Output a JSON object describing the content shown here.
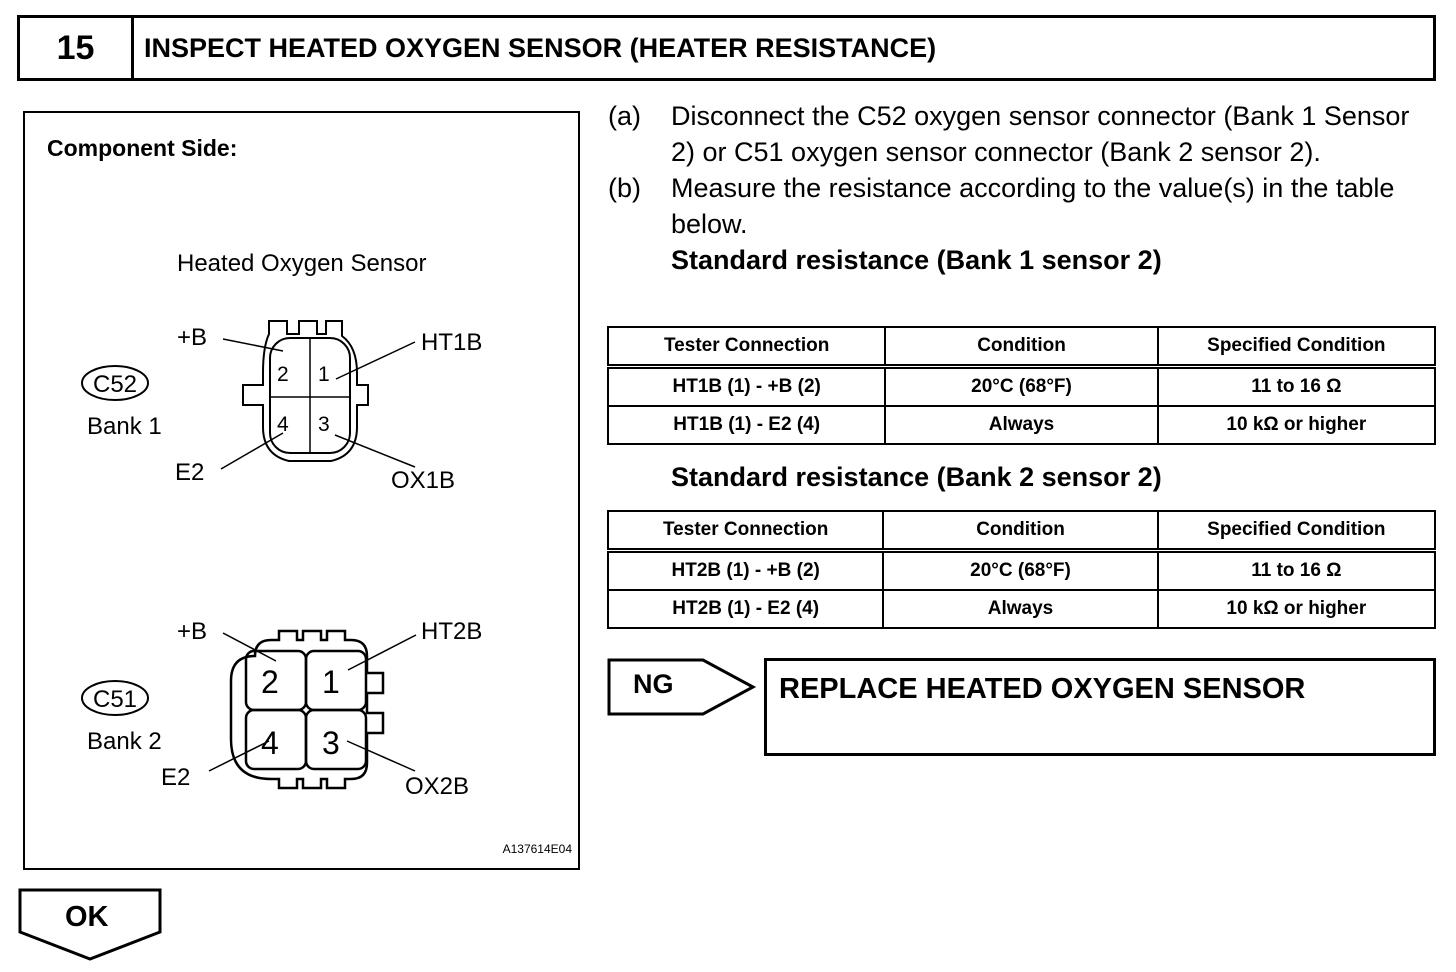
{
  "header": {
    "step_number": "15",
    "title": "INSPECT HEATED OXYGEN SENSOR (HEATER RESISTANCE)"
  },
  "diagram": {
    "component_side": "Component Side:",
    "sensor_name": "Heated Oxygen Sensor",
    "c52": {
      "connector_id": "C52",
      "bank": "Bank 1",
      "labels": {
        "plus_b": "+B",
        "ht": "HT1B",
        "e2": "E2",
        "ox": "OX1B"
      },
      "pins": [
        "2",
        "1",
        "4",
        "3"
      ]
    },
    "c51": {
      "connector_id": "C51",
      "bank": "Bank 2",
      "labels": {
        "plus_b": "+B",
        "ht": "HT2B",
        "e2": "E2",
        "ox": "OX2B"
      },
      "pins": [
        "2",
        "1",
        "4",
        "3"
      ]
    },
    "figure_code": "A137614E04"
  },
  "steps": [
    {
      "letter": "(a)",
      "text": "Disconnect the C52 oxygen sensor connector (Bank 1 Sensor 2) or C51 oxygen sensor connector (Bank 2 sensor 2)."
    },
    {
      "letter": "(b)",
      "text": "Measure the resistance according to the value(s) in the table below."
    }
  ],
  "table1": {
    "title": "Standard resistance (Bank 1 sensor 2)",
    "headers": [
      "Tester Connection",
      "Condition",
      "Specified Condition"
    ],
    "rows": [
      [
        "HT1B (1) - +B (2)",
        "20°C (68°F)",
        "11 to 16 Ω"
      ],
      [
        "HT1B (1) - E2 (4)",
        "Always",
        "10 kΩ or higher"
      ]
    ]
  },
  "table2": {
    "title": "Standard resistance (Bank 2 sensor 2)",
    "headers": [
      "Tester Connection",
      "Condition",
      "Specified Condition"
    ],
    "rows": [
      [
        "HT2B (1) - +B (2)",
        "20°C (68°F)",
        "11 to 16 Ω"
      ],
      [
        "HT2B (1) - E2 (4)",
        "Always",
        "10 kΩ or higher"
      ]
    ]
  },
  "ng": {
    "label": "NG",
    "action": "REPLACE HEATED OXYGEN SENSOR"
  },
  "ok": {
    "label": "OK"
  }
}
